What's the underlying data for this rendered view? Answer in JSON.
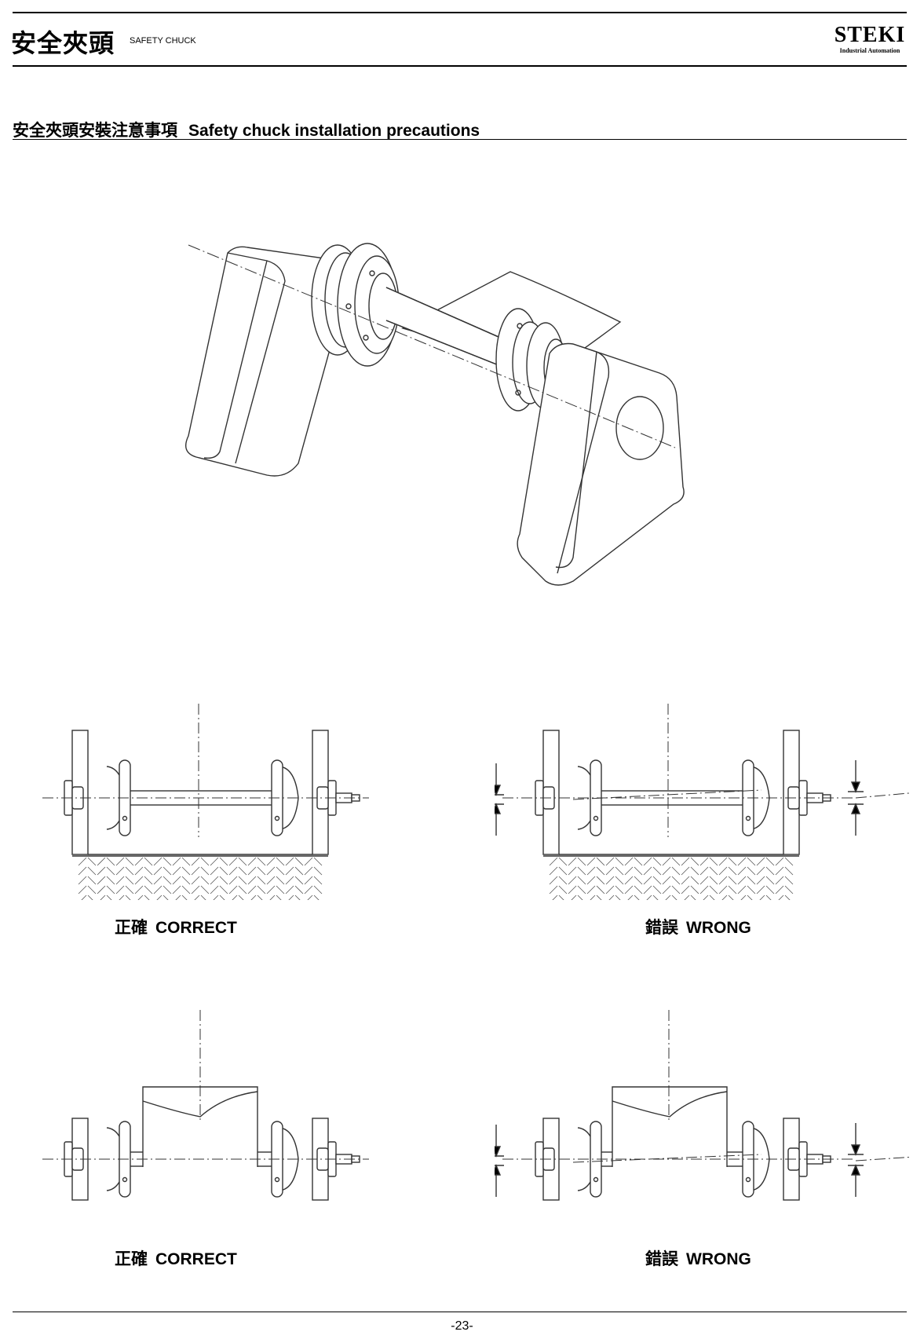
{
  "header": {
    "title_zh": "安全夾頭",
    "title_en": "SAFETY CHUCK",
    "logo_text": "STEKI",
    "logo_subtext": "Industrial Automation"
  },
  "section": {
    "title_zh": "安全夾頭安裝注意事項",
    "title_en": "Safety chuck installation precautions"
  },
  "figures": [
    {
      "caption_zh": "正確",
      "caption_en": "CORRECT"
    },
    {
      "caption_zh": "錯誤",
      "caption_en": "WRONG"
    },
    {
      "caption_zh": "正確",
      "caption_en": "CORRECT"
    },
    {
      "caption_zh": "錯誤",
      "caption_en": "WRONG"
    }
  ],
  "footer": {
    "page_number": "-23-"
  },
  "colors": {
    "ink": "#000000",
    "line": "#333333",
    "background": "#ffffff"
  }
}
